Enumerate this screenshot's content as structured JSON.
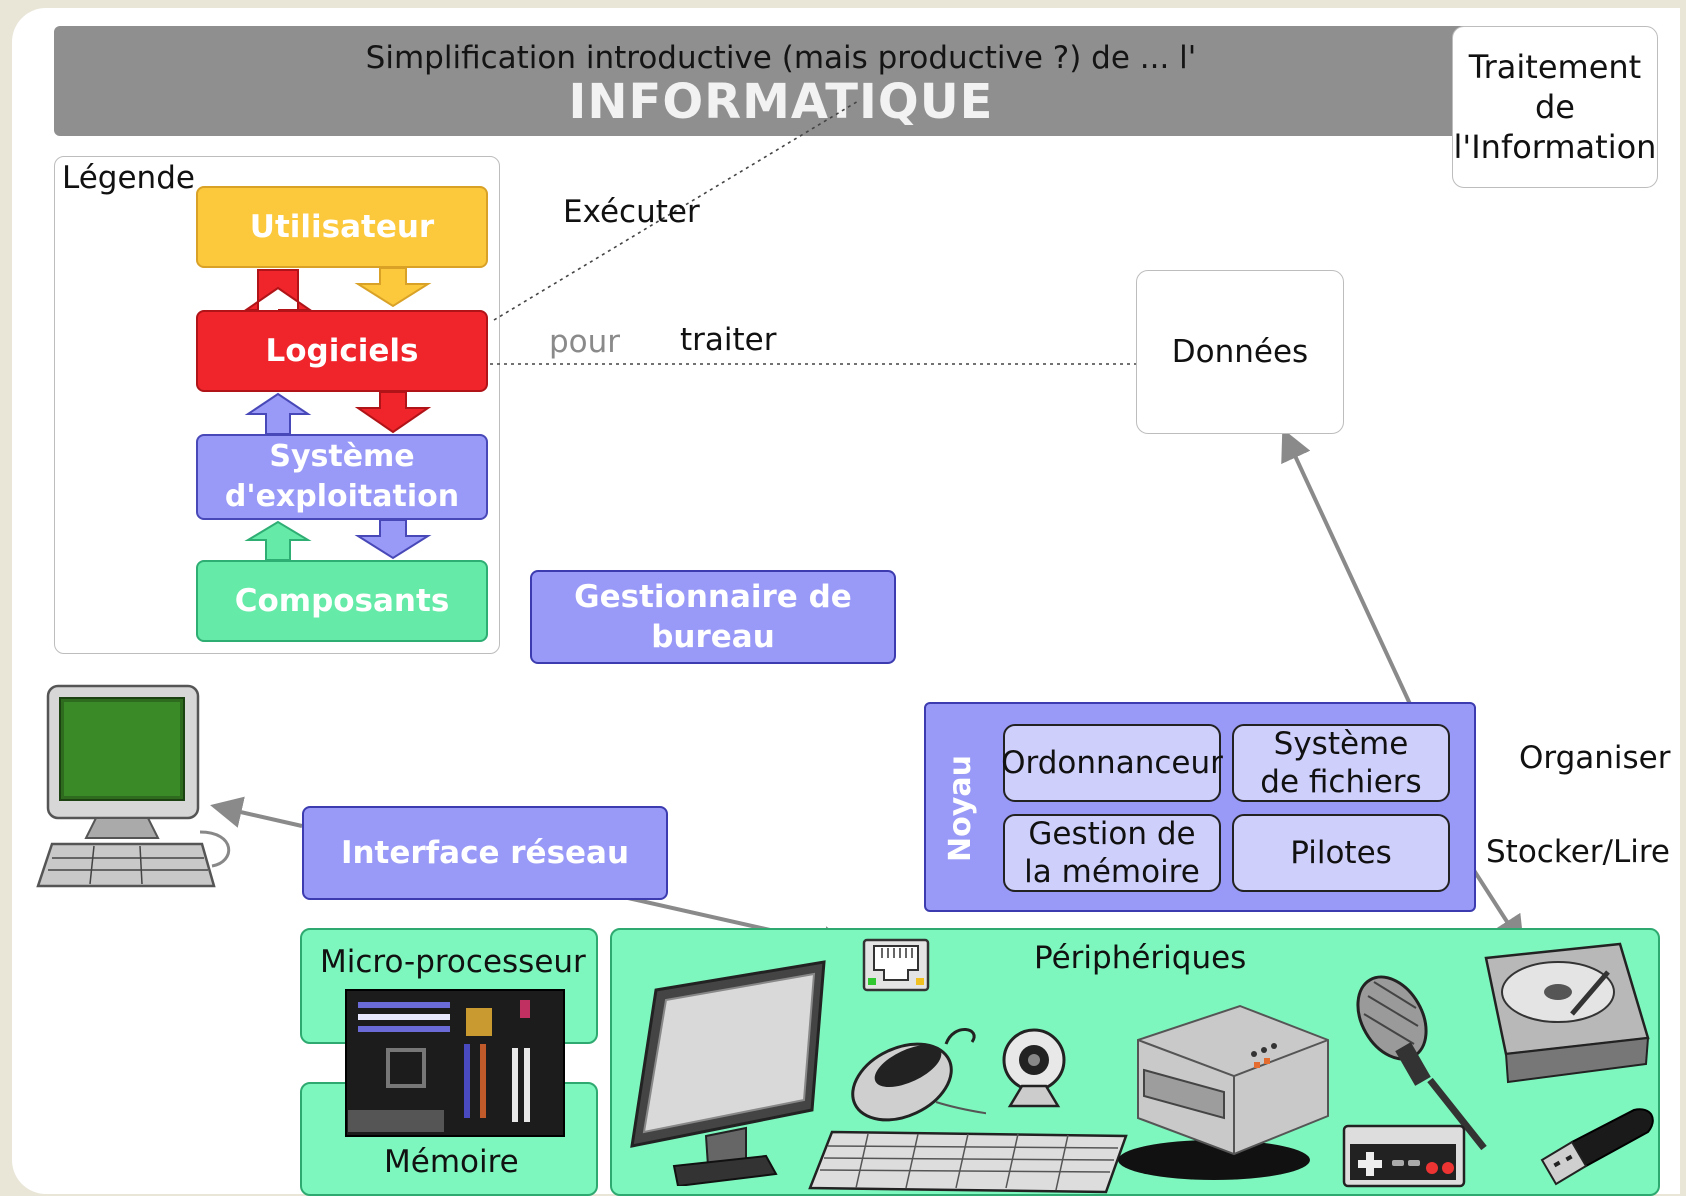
{
  "banner": {
    "subtitle": "Simplification introductive (mais productive ?) de ... l'",
    "title": "INFORMATIQUE"
  },
  "info_box": {
    "line1": "Traitement",
    "line2": "de",
    "line3": "l'Information"
  },
  "legend": {
    "title": "Légende",
    "user": "Utilisateur",
    "software": "Logiciels",
    "os_line1": "Système",
    "os_line2": "d'exploitation",
    "components": "Composants"
  },
  "desktop_manager": {
    "line1": "Gestionnaire de",
    "line2": "bureau"
  },
  "network_interface": "Interface réseau",
  "labels": {
    "execute": "Exécuter",
    "for": "pour",
    "process": "traiter",
    "organize": "Organiser",
    "store_read": "Stocker/Lire"
  },
  "data_box": "Données",
  "kernel": {
    "title": "Noyau",
    "scheduler": "Ordonnanceur",
    "filesystem_line1": "Système",
    "filesystem_line2": "de fichiers",
    "memory_mgmt_line1": "Gestion de",
    "memory_mgmt_line2": "la mémoire",
    "drivers": "Pilotes"
  },
  "hardware": {
    "microprocessor": "Micro-processeur",
    "memory": "Mémoire",
    "peripherals": "Périphériques"
  },
  "colors": {
    "banner": "#8f8f8f",
    "user": "#fcc93d",
    "software": "#f0242b",
    "os": "#9999f7",
    "components": "#66eaa8",
    "hardware_green": "#7df7be"
  },
  "icons": [
    "computer-icon",
    "motherboard-icon",
    "network-port-icon",
    "monitor-icon",
    "mouse-icon",
    "webcam-icon",
    "keyboard-icon",
    "printer-icon",
    "microphone-icon",
    "gamepad-icon",
    "hard-drive-icon",
    "usb-key-icon"
  ]
}
